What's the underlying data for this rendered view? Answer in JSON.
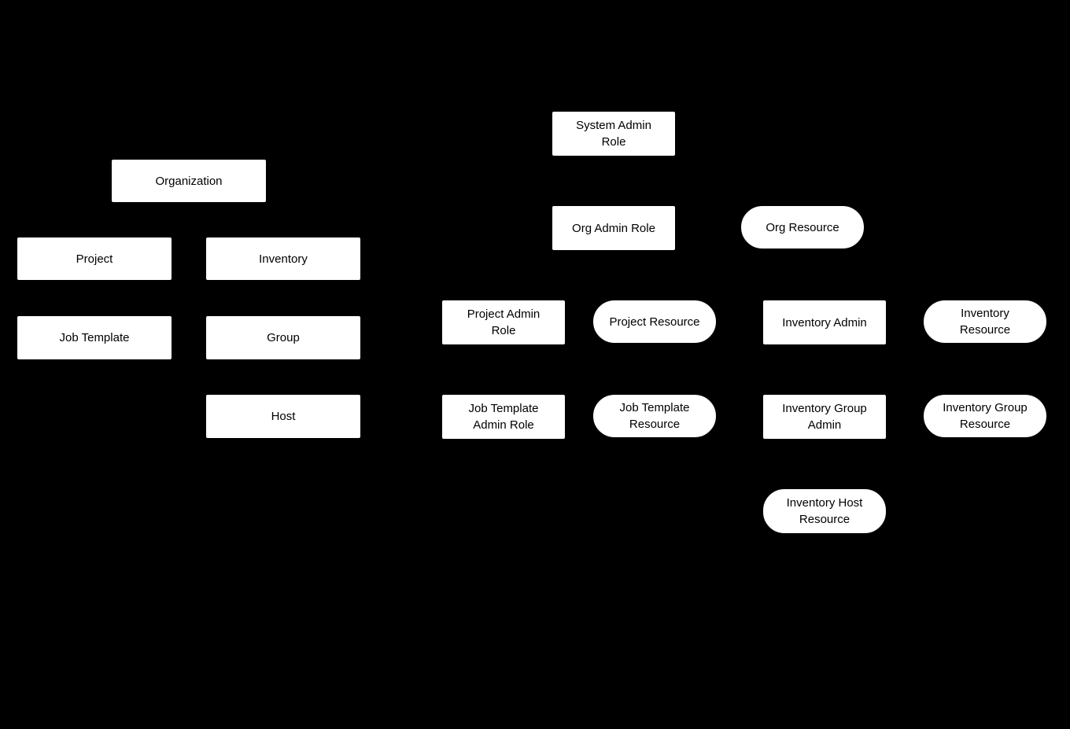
{
  "diagram": {
    "title": "RBAC role and resource hierarchy diagram",
    "background_color": "#000000",
    "node_fill_color": "#ffffff",
    "node_text_color": "#000000",
    "nodes": [
      {
        "id": "organization",
        "shape": "rect",
        "label": "Organization"
      },
      {
        "id": "project",
        "shape": "rect",
        "label": "Project"
      },
      {
        "id": "inventory",
        "shape": "rect",
        "label": "Inventory"
      },
      {
        "id": "job-template",
        "shape": "rect",
        "label": "Job Template"
      },
      {
        "id": "group",
        "shape": "rect",
        "label": "Group"
      },
      {
        "id": "host",
        "shape": "rect",
        "label": "Host"
      },
      {
        "id": "system-admin-role",
        "shape": "rect",
        "label": "System Admin\nRole"
      },
      {
        "id": "org-admin-role",
        "shape": "rect",
        "label": "Org Admin Role"
      },
      {
        "id": "org-resource",
        "shape": "pill",
        "label": "Org Resource"
      },
      {
        "id": "project-admin-role",
        "shape": "rect",
        "label": "Project Admin\nRole"
      },
      {
        "id": "project-resource",
        "shape": "pill",
        "label": "Project Resource"
      },
      {
        "id": "inventory-admin",
        "shape": "rect",
        "label": "Inventory Admin"
      },
      {
        "id": "inventory-resource",
        "shape": "pill",
        "label": "Inventory\nResource"
      },
      {
        "id": "job-template-admin-role",
        "shape": "rect",
        "label": "Job Template\nAdmin Role"
      },
      {
        "id": "job-template-resource",
        "shape": "pill",
        "label": "Job Template\nResource"
      },
      {
        "id": "inventory-group-admin",
        "shape": "rect",
        "label": "Inventory Group\nAdmin"
      },
      {
        "id": "inventory-group-resource",
        "shape": "pill",
        "label": "Inventory Group\nResource"
      },
      {
        "id": "inventory-host-resource",
        "shape": "pill",
        "label": "Inventory Host\nResource"
      }
    ]
  }
}
